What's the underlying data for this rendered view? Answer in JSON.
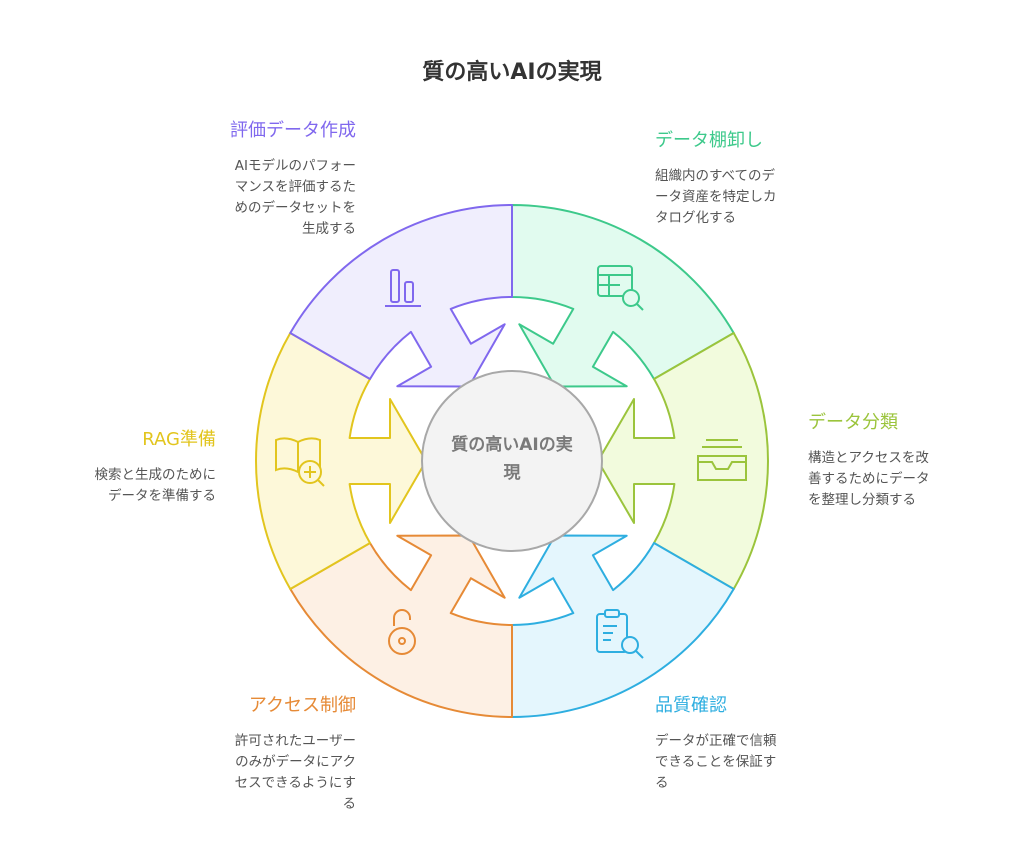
{
  "title": "質の高いAIの実現",
  "center": {
    "line1": "質の高いAIの実",
    "line2": "現"
  },
  "segments": [
    {
      "id": "inventory",
      "heading": "データ棚卸し",
      "icon": "table-search-icon",
      "color": "#3dc98b",
      "fill": "#e1fbef",
      "desc": [
        "組織内のすべてのデ",
        "ータ資産を特定しカ",
        "タログ化する"
      ]
    },
    {
      "id": "classification",
      "heading": "データ分類",
      "icon": "inbox-tray-icon",
      "color": "#9bc43c",
      "fill": "#f2fbdd",
      "desc": [
        "構造とアクセスを改",
        "善するためにデータ",
        "を整理し分類する"
      ]
    },
    {
      "id": "quality",
      "heading": "品質確認",
      "icon": "clipboard-search-icon",
      "color": "#2eaee0",
      "fill": "#e4f6fd",
      "desc": [
        "データが正確で信頼",
        "できることを保証す",
        "る"
      ]
    },
    {
      "id": "access",
      "heading": "アクセス制御",
      "icon": "padlock-icon",
      "color": "#e68a36",
      "fill": "#fdf0e4",
      "desc": [
        "許可されたユーザー",
        "のみがデータにアク",
        "セスできるようにす",
        "る"
      ]
    },
    {
      "id": "rag",
      "heading": "RAG準備",
      "icon": "book-plus-search-icon",
      "color": "#e2c51e",
      "fill": "#fdf8d9",
      "desc": [
        "検索と生成のために",
        "データを準備する"
      ]
    },
    {
      "id": "evaluation",
      "heading": "評価データ作成",
      "icon": "bar-chart-icon",
      "color": "#8068ee",
      "fill": "#f0eefd",
      "desc": [
        "AIモデルのパフォー",
        "マンスを評価するた",
        "めのデータセットを",
        "生成する"
      ]
    }
  ]
}
